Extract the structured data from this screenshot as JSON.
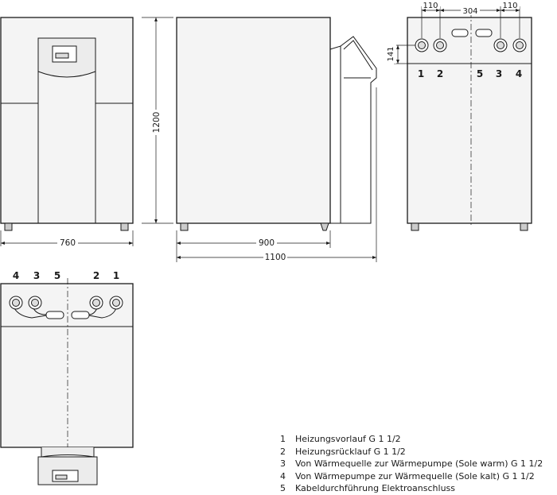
{
  "dimensions": {
    "front_width": "760",
    "height": "1200",
    "side_depth": "900",
    "side_total_depth": "1100",
    "rear_offset_left": "110",
    "rear_spacing": "304",
    "rear_offset_right": "110",
    "rear_connection_height": "141"
  },
  "rear_labels": [
    "1",
    "2",
    "5",
    "3",
    "4"
  ],
  "top_labels": [
    "4",
    "3",
    "5",
    "2",
    "1"
  ],
  "legend": [
    {
      "num": "1",
      "text": "Heizungsvorlauf G 1 1/2"
    },
    {
      "num": "2",
      "text": "Heizungsrücklauf G 1 1/2"
    },
    {
      "num": "3",
      "text": "Von Wärmequelle zur Wärmepumpe (Sole warm) G 1 1/2"
    },
    {
      "num": "4",
      "text": "Von Wärmepumpe zur Wärmequelle (Sole kalt) G 1 1/2"
    },
    {
      "num": "5",
      "text": "Kabeldurchführung Elektroanschluss"
    }
  ]
}
